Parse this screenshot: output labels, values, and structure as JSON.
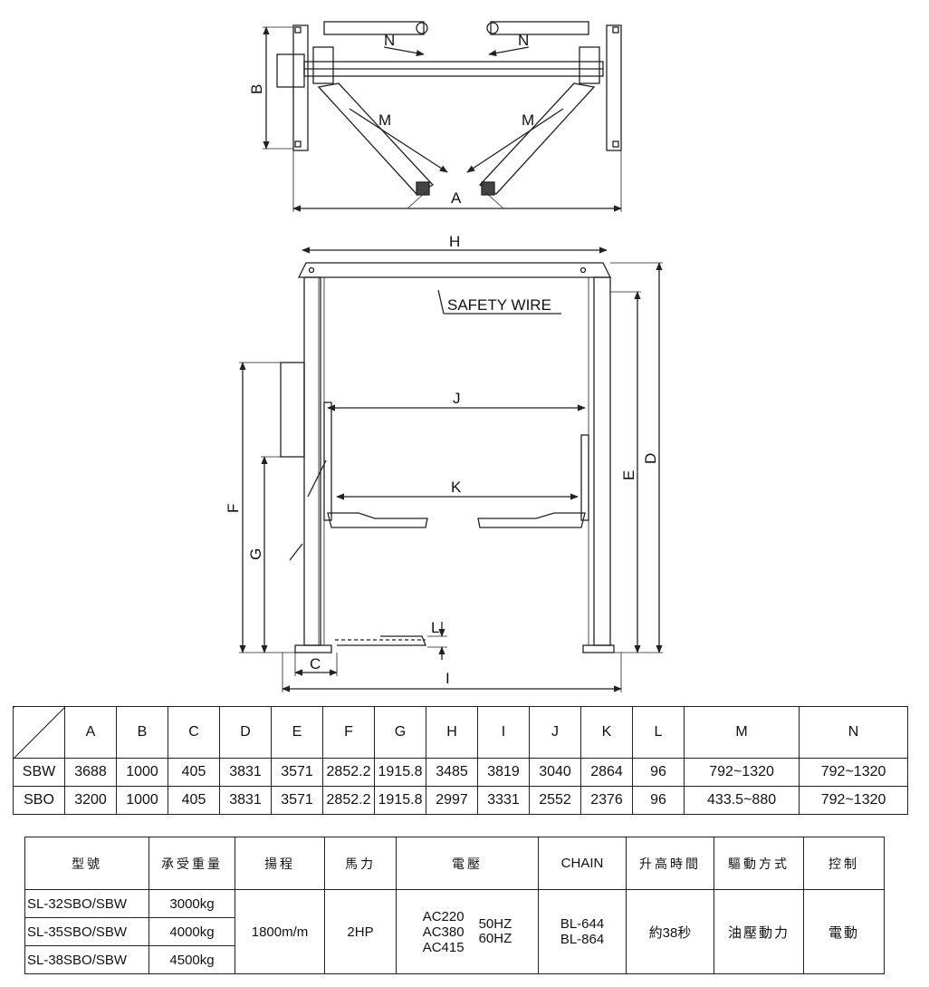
{
  "diagram": {
    "labels": {
      "N_left": "N",
      "N_right": "N",
      "M_left": "M",
      "M_right": "M",
      "A": "A",
      "B": "B",
      "H": "H",
      "safety_wire": "SAFETY WIRE",
      "J": "J",
      "K": "K",
      "D": "D",
      "E": "E",
      "F": "F",
      "G": "G",
      "L": "L",
      "C": "C",
      "I": "I"
    }
  },
  "dimension_table": {
    "columns": [
      "A",
      "B",
      "C",
      "D",
      "E",
      "F",
      "G",
      "H",
      "I",
      "J",
      "K",
      "L",
      "M",
      "N"
    ],
    "rows": [
      {
        "model": "SBW",
        "values": [
          "3688",
          "1000",
          "405",
          "3831",
          "3571",
          "2852.2",
          "1915.8",
          "3485",
          "3819",
          "3040",
          "2864",
          "96",
          "792~1320",
          "792~1320"
        ]
      },
      {
        "model": "SBO",
        "values": [
          "3200",
          "1000",
          "405",
          "3831",
          "3571",
          "2852.2",
          "1915.8",
          "2997",
          "3331",
          "2552",
          "2376",
          "96",
          "433.5~880",
          "792~1320"
        ]
      }
    ]
  },
  "spec_table": {
    "headers": [
      "型號",
      "承受重量",
      "揚程",
      "馬力",
      "電壓",
      "CHAIN",
      "升高時間",
      "驅動方式",
      "控制"
    ],
    "models": [
      {
        "name": "SL-32SBO/SBW",
        "capacity": "3000kg"
      },
      {
        "name": "SL-35SBO/SBW",
        "capacity": "4000kg"
      },
      {
        "name": "SL-38SBO/SBW",
        "capacity": "4500kg"
      }
    ],
    "lift_height": "1800m/m",
    "power": "2HP",
    "voltages": [
      "AC220",
      "AC380",
      "AC415"
    ],
    "frequencies": [
      "50HZ",
      "60HZ"
    ],
    "chains": [
      "BL-644",
      "BL-864"
    ],
    "lift_time": "約38秒",
    "drive": "油壓動力",
    "control": "電動"
  }
}
